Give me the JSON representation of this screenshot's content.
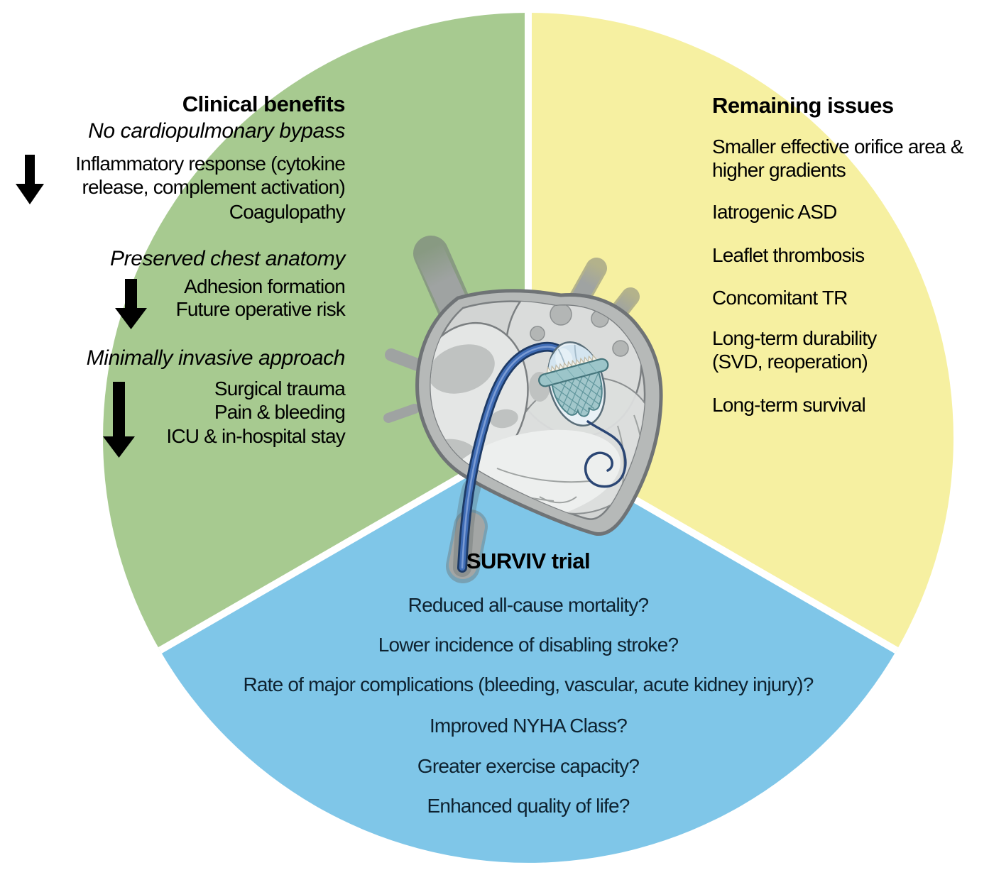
{
  "sections": {
    "clinical": {
      "title": "Clinical benefits",
      "groups": [
        {
          "heading": "No cardiopulmonary bypass",
          "items": [
            "Inflammatory response (cytokine\nrelease, complement activation)",
            "Coagulopathy"
          ]
        },
        {
          "heading": "Preserved chest anatomy",
          "items": [
            "Adhesion formation",
            "Future operative risk"
          ]
        },
        {
          "heading": "Minimally invasive approach",
          "items": [
            "Surgical trauma",
            "Pain & bleeding",
            "ICU & in-hospital stay"
          ]
        }
      ]
    },
    "remaining": {
      "title": "Remaining issues",
      "items": [
        "Smaller effective orifice area &\nhigher gradients",
        "Iatrogenic ASD",
        "Leaflet thrombosis",
        "Concomitant TR",
        "Long-term durability\n(SVD, reoperation)",
        "Long-term survival"
      ]
    },
    "trial": {
      "title": "SURVIV trial",
      "items": [
        "Reduced all-cause mortality?",
        "Lower incidence of disabling stroke?",
        "Rate of major complications (bleeding, vascular, acute kidney injury)?",
        "Improved NYHA Class?",
        "Greater exercise capacity?",
        "Enhanced quality of life?"
      ]
    }
  },
  "icons": {
    "decrease_arrow": "solid black downward arrow (indicates reduction)"
  },
  "colors": {
    "green_sector": "#a7ca90",
    "yellow_sector": "#f6f0a1",
    "blue_sector": "#7fc6e8",
    "divider": "#ffffff",
    "arrow": "#000000",
    "text": "#000000",
    "trial_text": "#0e2230",
    "catheter_blue": "#3f6cb5",
    "valve_teal": "#9cc5c9"
  }
}
